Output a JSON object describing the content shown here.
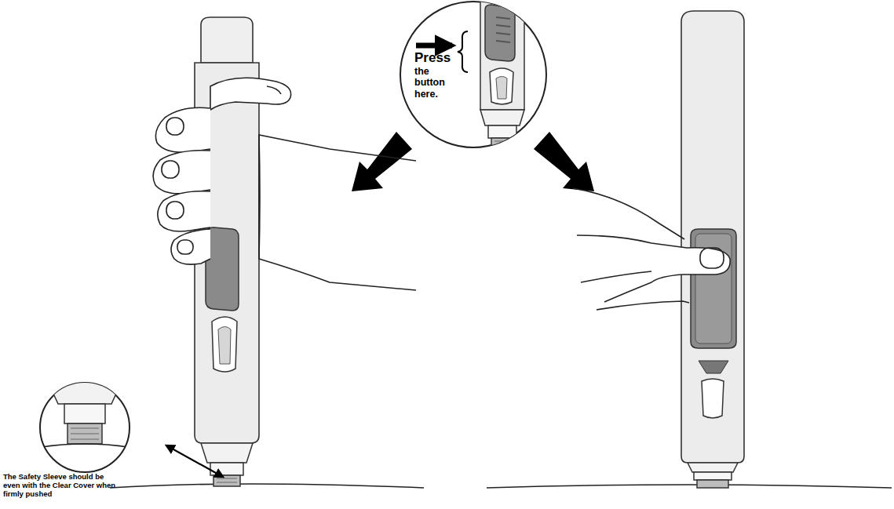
{
  "diagram": {
    "labels": [
      "Press",
      "the button here.",
      "The Safety Sleeve should be even with the Clear Cover when firmly pushed"
    ]
  }
}
